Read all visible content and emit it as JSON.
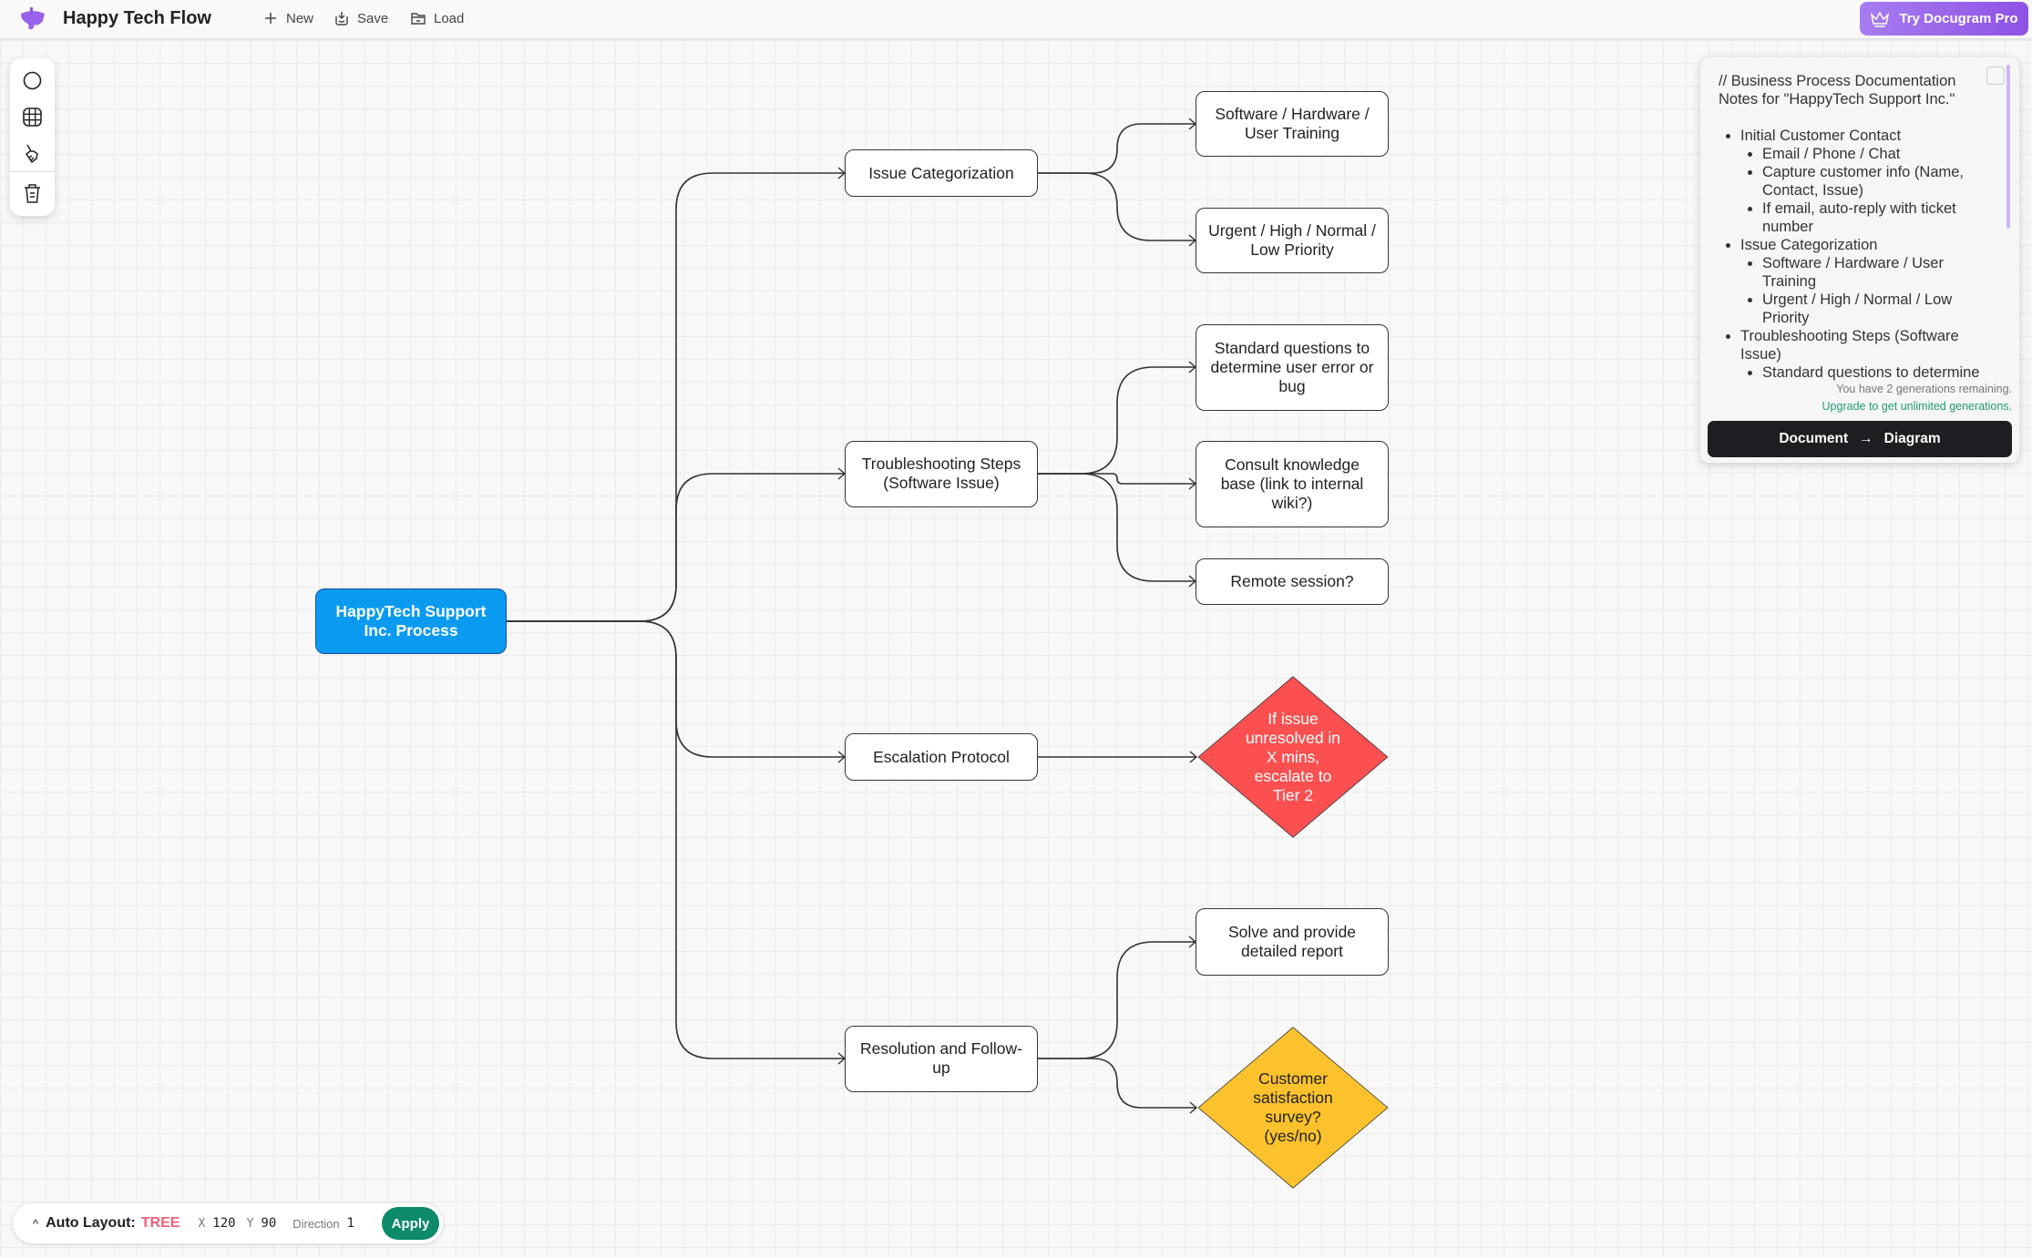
{
  "header": {
    "title": "Happy Tech Flow",
    "new_label": "New",
    "save_label": "Save",
    "load_label": "Load",
    "pro_label": "Try Docugram Pro"
  },
  "toolbar": {
    "tools": [
      "circle-icon",
      "grid-icon",
      "brush-icon",
      "trash-icon"
    ]
  },
  "diagram": {
    "nodes": {
      "root": "HappyTech Support Inc. Process",
      "issue": "Issue Categorization",
      "trouble": "Troubleshooting Steps (Software Issue)",
      "escal": "Escalation Protocol",
      "resol": "Resolution and Follow-up",
      "sw": "Software / Hardware / User Training",
      "urgent": "Urgent / High / Normal / Low Priority",
      "standard": "Standard questions to determine user error or bug",
      "consult": "Consult knowledge base (link to internal wiki?)",
      "remote": "Remote session?",
      "escalate": "If issue unresolved in X mins, escalate to Tier 2",
      "solve": "Solve and provide detailed report",
      "survey": "Customer satisfaction survey? (yes/no)"
    },
    "edges": [
      [
        "root",
        "issue"
      ],
      [
        "root",
        "trouble"
      ],
      [
        "root",
        "escal"
      ],
      [
        "root",
        "resol"
      ],
      [
        "issue",
        "sw"
      ],
      [
        "issue",
        "urgent"
      ],
      [
        "trouble",
        "standard"
      ],
      [
        "trouble",
        "consult"
      ],
      [
        "trouble",
        "remote"
      ],
      [
        "escal",
        "escalate"
      ],
      [
        "resol",
        "solve"
      ],
      [
        "resol",
        "survey"
      ]
    ],
    "colors": {
      "root": "#0a9af0",
      "escalate": "#fc5050",
      "survey": "#fcc22d"
    }
  },
  "panel": {
    "intro": "// Business Process Documentation Notes for \"HappyTech Support Inc.\"",
    "sections": [
      {
        "title": "Initial Customer Contact",
        "items": [
          "Email / Phone / Chat",
          "Capture customer info (Name, Contact, Issue)",
          "If email, auto-reply with ticket number"
        ]
      },
      {
        "title": "Issue Categorization",
        "items": [
          "Software / Hardware / User Training",
          "Urgent / High / Normal / Low Priority"
        ]
      },
      {
        "title": "Troubleshooting Steps (Software Issue)",
        "items": [
          "Standard questions to determine"
        ]
      }
    ],
    "remaining": "You have 2 generations remaining.",
    "upgrade": "Upgrade to get unlimited generations.",
    "button_from": "Document",
    "button_to": "Diagram"
  },
  "layout_bar": {
    "label": "Auto Layout:",
    "mode": "TREE",
    "x_label": "X",
    "x_value": "120",
    "y_label": "Y",
    "y_value": "90",
    "direction_label": "Direction",
    "direction_value": "1",
    "apply_label": "Apply"
  }
}
